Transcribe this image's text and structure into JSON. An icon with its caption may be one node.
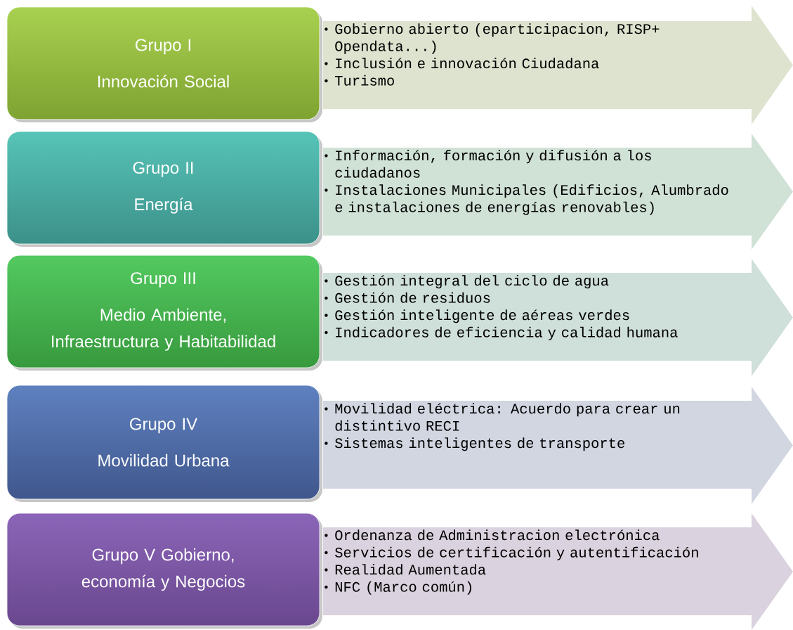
{
  "diagram": {
    "nodes": [
      {
        "text": [
          "Grupo I",
          "Innovación Social"
        ]
      },
      {
        "text": [
          "Gobierno abierto (eparticipacion, RISP+ Opendata...)",
          "Inclusión  e innovación Ciudadana",
          "Turismo"
        ]
      },
      {
        "text": [
          "Grupo II",
          "Energía"
        ]
      },
      {
        "text": [
          "Información, formación y difusión a los ciudadanos",
          "Instalaciones Municipales (Edificios, Alumbrado e instalaciones de energías renovables)"
        ]
      },
      {
        "text": [
          "Grupo III",
          "Medio Ambiente, Infraestructura y Habitabilidad"
        ]
      },
      {
        "text": [
          "Gestión integral del ciclo de agua",
          "Gestión de residuos",
          "Gestión inteligente de aéreas verdes",
          "Indicadores de eficiencia y calidad humana"
        ]
      },
      {
        "text": [
          "Grupo IV",
          "Movilidad Urbana"
        ]
      },
      {
        "text": [
          "Movilidad eléctrica: Acuerdo para crear un distintivo RECI",
          "Sistemas inteligentes de transporte"
        ]
      },
      {
        "text": [
          "Grupo V Gobierno, economía y Negocios"
        ]
      },
      {
        "text": [
          "Ordenanza de Administracion electrónica",
          "Servicios de certificación y autentificación",
          "Realidad Aumentada",
          "NFC (Marco común)"
        ]
      }
    ]
  }
}
